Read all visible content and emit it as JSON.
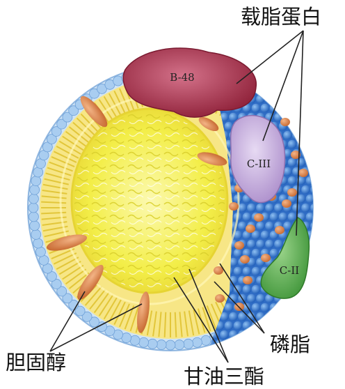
{
  "labels": {
    "apolipoprotein": "载脂蛋白",
    "cholesterol": "胆固醇",
    "triglyceride": "甘油三酯",
    "phospholipid": "磷脂"
  },
  "proteins": {
    "b48": "B-48",
    "c3": "C-III",
    "c2": "C-II"
  },
  "colors": {
    "core_yellow": "#f2ee3a",
    "core_pale": "#fbf8a8",
    "shell_yellow": "#f6e27a",
    "head_blue": "#3a78d0",
    "shell_lightblue": "#b9d6f0",
    "b48_maroon": "#a8304a",
    "c3_lavender": "#c7aede",
    "c2_green": "#5cb24a",
    "cholesterol_orange": "#e38a52",
    "label_black": "#111111"
  },
  "icons": {
    "particle": "chylomicron-particle"
  }
}
